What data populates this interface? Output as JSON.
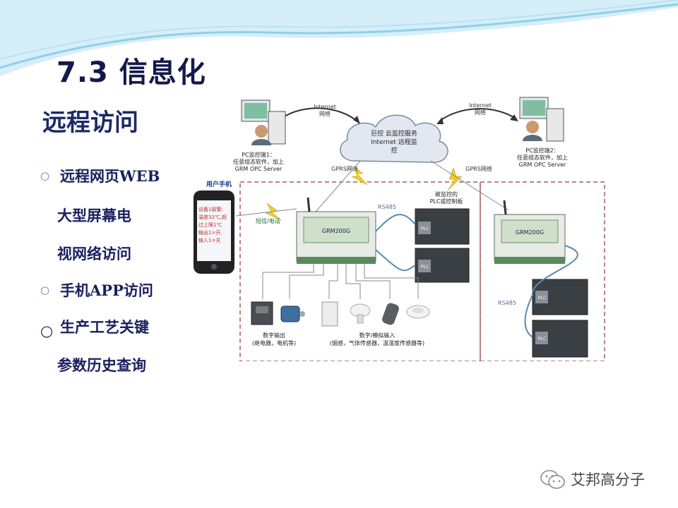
{
  "title": "7.3 信息化",
  "subtitle": "远程访问",
  "bullets": [
    {
      "lines": [
        "远程网页WEB",
        "大型屏幕电",
        "视网络访问"
      ]
    },
    {
      "lines": [
        "手机APP访问"
      ]
    },
    {
      "lines": [
        "生产工艺关键",
        "参数历史查询"
      ]
    }
  ],
  "bullet_marker": "○",
  "diagram": {
    "cloud_lines": [
      "巨控 云监控服务",
      "Internet 远程监",
      "控"
    ],
    "internet_left": [
      "Internet",
      "网络"
    ],
    "internet_right": [
      "Internet",
      "网络"
    ],
    "pc_left": [
      "PC监控端1：",
      "任意组态软件，加上",
      "GRM OPC Server"
    ],
    "pc_right": [
      "PC监控端2：",
      "任意组态软件，加上",
      "GRM OPC Server"
    ],
    "gprs_left": "GPRS网络",
    "gprs_right": "GPRS网络",
    "phone_label": "用户手机",
    "phone_screen": [
      "设备1报警:",
      "温度32℃,超",
      "过上限1℃",
      "输出1=开,",
      "输入1=关"
    ],
    "sms_label": "短信/电话",
    "monitored_label": [
      "被监控的",
      "PLC或控制板"
    ],
    "rs485_top": "RS485",
    "rs485_right": "RS485",
    "module_label": "GRM200G",
    "plc_label": "PLC",
    "digital_out": [
      "数字输出",
      "(继电器，电机等)"
    ],
    "digital_in": [
      "数字/模拟输入",
      "(烟感，气体传感器，温湿度传感器等)"
    ]
  },
  "watermark": "艾邦高分子",
  "colors": {
    "title": "#14184a",
    "text": "#1a1f5e",
    "wave": "#a9dcef",
    "dash": "#a06060",
    "gprs": "#f0d020"
  }
}
